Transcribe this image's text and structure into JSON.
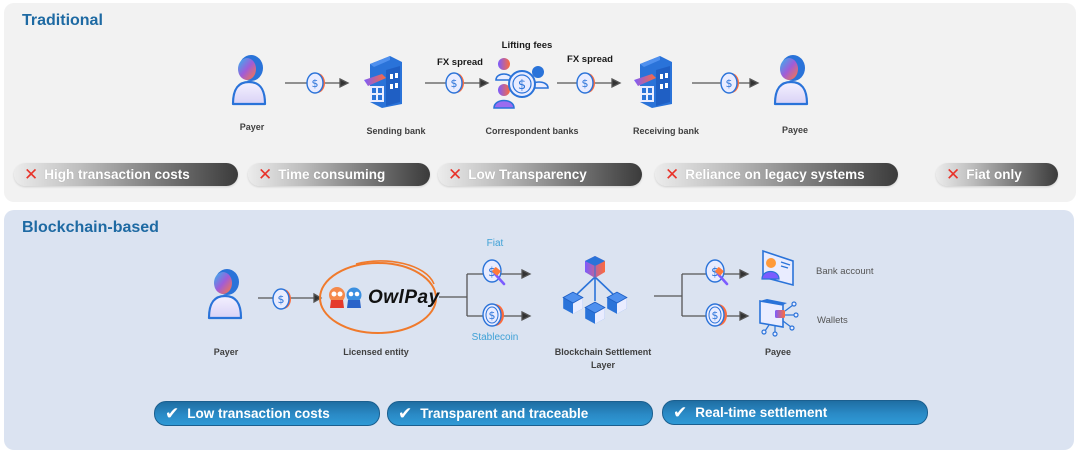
{
  "traditional": {
    "title": "Traditional",
    "nodes": [
      {
        "label": "Payer",
        "icon": "person-icon"
      },
      {
        "label": "Sending bank",
        "icon": "bank-building-icon"
      },
      {
        "label": "Correspondent banks",
        "icon": "correspondent-banks-icon"
      },
      {
        "label": "Receiving bank",
        "icon": "bank-building-icon"
      },
      {
        "label": "Payee",
        "icon": "person-icon"
      }
    ],
    "annotations": {
      "fx_spread_1": "FX spread",
      "lifting_fees": "Lifting fees",
      "fx_spread_2": "FX spread"
    },
    "cons": [
      {
        "icon": "cross-icon",
        "label": "High transaction costs"
      },
      {
        "icon": "cross-icon",
        "label": "Time consuming"
      },
      {
        "icon": "cross-icon",
        "label": "Low Transparency"
      },
      {
        "icon": "cross-icon",
        "label": "Reliance on legacy systems"
      },
      {
        "icon": "cross-icon",
        "label": "Fiat only"
      }
    ]
  },
  "blockchain": {
    "title": "Blockchain-based",
    "nodes": [
      {
        "label": "Payer",
        "icon": "person-icon"
      },
      {
        "label": "Licensed entity",
        "icon": "owlpay-logo"
      },
      {
        "label": "Blockchain Settlement Layer",
        "label_line1": "Blockchain Settlement",
        "label_line2": "Layer",
        "icon": "blockchain-cubes-icon"
      },
      {
        "label": "Payee",
        "icon": "payee-group"
      }
    ],
    "logo_text": "OwlPay",
    "branches": {
      "fiat": "Fiat",
      "stablecoin": "Stablecoin"
    },
    "payee_options": {
      "bank_account": "Bank account",
      "wallets": "Wallets"
    },
    "pros": [
      {
        "icon": "check-icon",
        "label": "Low transaction costs"
      },
      {
        "icon": "check-icon",
        "label": "Transparent and traceable"
      },
      {
        "icon": "check-icon",
        "label": "Real-time settlement"
      }
    ]
  },
  "colors": {
    "title_blue": "#1e6aa3",
    "cross_red": "#e8332a",
    "pro_blue": "#2a8ac6",
    "owlpay_orange": "#f07a2c",
    "label_blue": "#3fa1d6"
  }
}
